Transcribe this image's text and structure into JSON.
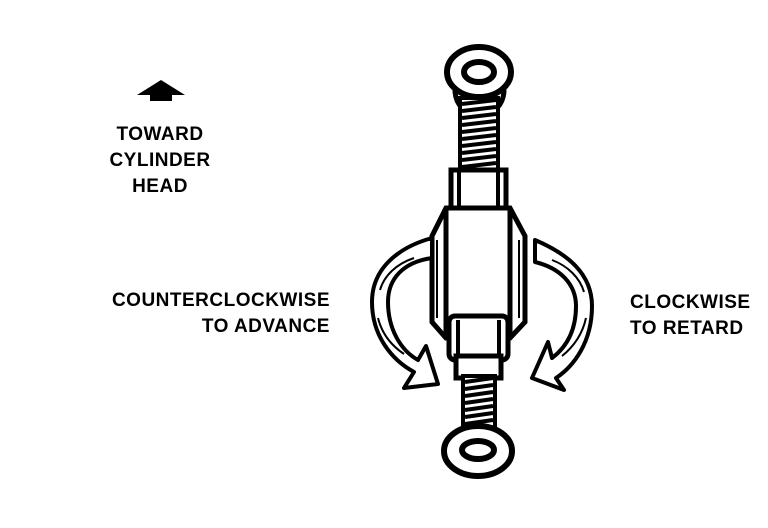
{
  "labels": {
    "toward_line1": "TOWARD",
    "toward_line2": "CYLINDER",
    "toward_line3": "HEAD",
    "ccw_line1": "COUNTERCLOCKWISE",
    "ccw_line2": "TO ADVANCE",
    "cw_line1": "CLOCKWISE",
    "cw_line2": "TO RETARD"
  },
  "colors": {
    "ink": "#000000",
    "paper": "#ffffff"
  },
  "icons": {
    "direction": "up-arrow-icon",
    "rotate_left": "counterclockwise-arrow-icon",
    "rotate_right": "clockwise-arrow-icon"
  }
}
